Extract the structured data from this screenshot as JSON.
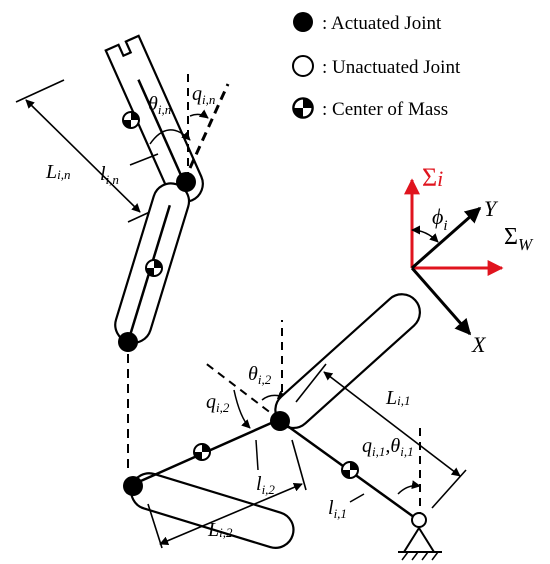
{
  "legend": {
    "actuated": ": Actuated Joint",
    "unactuated": ": Unactuated Joint",
    "com": ": Center of Mass"
  },
  "frames": {
    "sigma_i_sym": "Σ",
    "sigma_i_sub": "i",
    "sigma_w_sym": "Σ",
    "sigma_w_sub": "W",
    "phi_sym": "ϕ",
    "phi_sub": "i",
    "axis_x": "X",
    "axis_y": "Y"
  },
  "labels": {
    "L_in": {
      "main": "L",
      "sub": "i,n"
    },
    "l_in": {
      "main": "l",
      "sub": "i,n"
    },
    "theta_in": {
      "main": "θ",
      "sub": "i,n"
    },
    "q_in": {
      "main": "q",
      "sub": "i,n"
    },
    "theta_i2": {
      "main": "θ",
      "sub": "i,2"
    },
    "q_i2": {
      "main": "q",
      "sub": "i,2"
    },
    "l_i2": {
      "main": "l",
      "sub": "i,2"
    },
    "L_i2": {
      "main": "L",
      "sub": "i,2"
    },
    "L_i1": {
      "main": "L",
      "sub": "i,1"
    },
    "q_i1": {
      "main": "q",
      "sub": "i,1"
    },
    "q_theta_sep": ",",
    "theta_i1": {
      "main": "θ",
      "sub": "i,1"
    },
    "l_i1": {
      "main": "l",
      "sub": "i,1"
    }
  },
  "colors": {
    "frame_i": "#e0141e",
    "frame_w": "#000000"
  }
}
